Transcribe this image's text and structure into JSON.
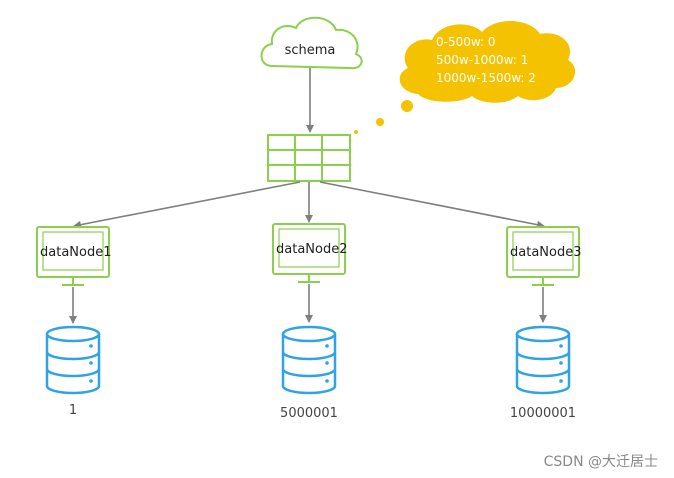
{
  "schema": {
    "label": "schema"
  },
  "routing_rules": [
    "0-500w: 0",
    "500w-1000w: 1",
    "1000w-1500w: 2"
  ],
  "nodes": [
    {
      "label": "dataNode1",
      "db_start": "1"
    },
    {
      "label": "dataNode2",
      "db_start": "5000001"
    },
    {
      "label": "dataNode3",
      "db_start": "10000001"
    }
  ],
  "watermark": "CSDN @大迁居士",
  "colors": {
    "green": "#8ccf4d",
    "blue": "#2fa3e6",
    "gold": "#f5c200",
    "arrow": "#7f7f7f"
  }
}
